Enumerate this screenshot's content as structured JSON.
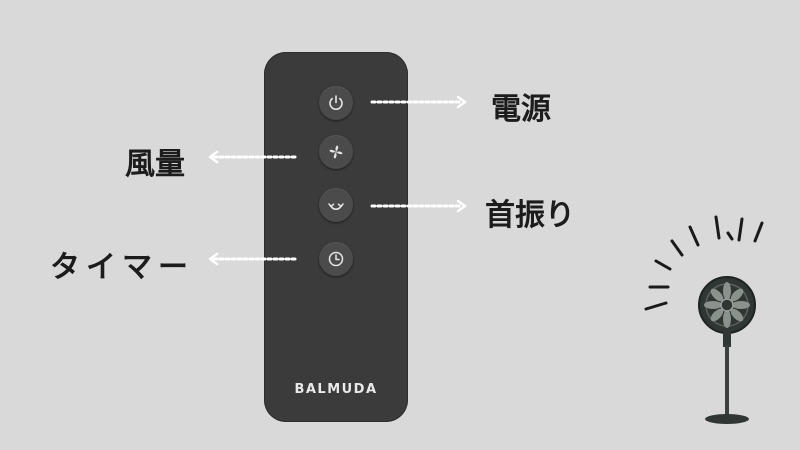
{
  "remote": {
    "brand": "BALMUDA",
    "buttons": [
      {
        "icon": "power-icon",
        "label": "電源"
      },
      {
        "icon": "fan-icon",
        "label": "風量"
      },
      {
        "icon": "rotate-icon",
        "label": "首振り"
      },
      {
        "icon": "clock-icon",
        "label": "タイマー"
      }
    ]
  },
  "labels": {
    "power": "電源",
    "air_volume": "風量",
    "swing": "首振り",
    "timer": "タイマー"
  },
  "colors": {
    "background": "#d9d9d9",
    "remote_body": "#3b3b3b",
    "button": "#4b4b4b",
    "label_text": "#1c1c1c",
    "arrow": "#ffffff"
  }
}
